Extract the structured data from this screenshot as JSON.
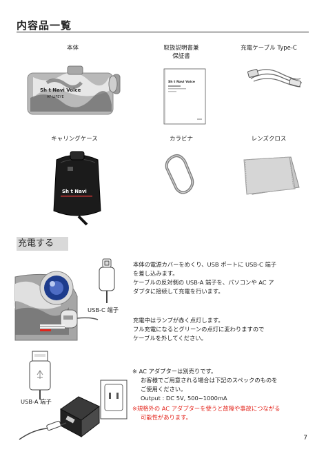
{
  "header": {
    "title": "内容品一覧"
  },
  "items": {
    "unit": "本体",
    "manual_line1": "取扱説明書兼",
    "manual_line2": "保証書",
    "cable": "充電ケーブル Type-C",
    "case": "キャリングケース",
    "carabiner": "カラビナ",
    "cloth": "レンズクロス"
  },
  "printed_logos": {
    "unit_brand": "Sh t Navi Voice",
    "unit_model": "AF-LIFEYE",
    "manual_brand": "Sh t Navi Voice",
    "case_brand": "Sh t Navi"
  },
  "charging": {
    "heading": "充電する",
    "p1_l1": "本体の電源カバーをめくり、USB ポートに USB-C 端子",
    "p1_l2": "を差し込みます。",
    "p1_l3": "ケーブルの反対側の USB-A 端子を、パソコンや AC ア",
    "p1_l4": "ダプタに接続して充電を行います。",
    "p2_l1": "充電中はランプが赤く点灯します。",
    "p2_l2": "フル充電になるとグリーンの点灯に変わりますので",
    "p2_l3": "ケーブルを外してください。",
    "note_l1": "※ AC アダプターは別売りです。",
    "note_l2": "お客様でご用意される場合は下記のスペックのものを",
    "note_l3": "ご使用ください。",
    "note_l4": "Output : DC 5V, 500~1000mA",
    "warn_l1": "※規格外の AC アダプターを使うと故障や事故につながる",
    "warn_l2": "可能性があります。",
    "label_usbc": "USB-C 端子",
    "label_usba": "USB-A 端子"
  },
  "footer": {
    "page": "7"
  },
  "colors": {
    "accent_red": "#e3241b",
    "heading_bg": "#d9d9d9"
  }
}
